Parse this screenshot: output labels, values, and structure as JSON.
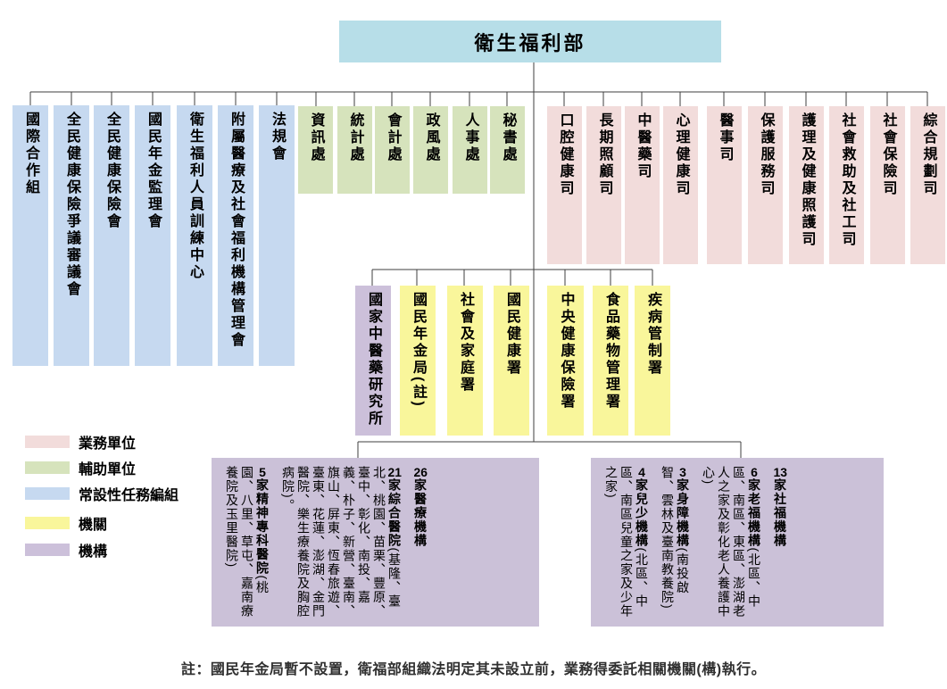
{
  "root": {
    "title": "衛生福利部"
  },
  "colors": {
    "root": "#B7DEE8",
    "taskforce": "#C6D9F0",
    "support": "#D6E3BC",
    "business": "#F2DCDB",
    "agency": "#F9F69B",
    "institution": "#CCC0DA",
    "institution_large": "#CBC1D8",
    "line": "#3F3F3F"
  },
  "level1": {
    "taskforce": {
      "items": [
        "國際合作組",
        "全民健康保險爭議審議會",
        "全民健康保險會",
        "國民年金監理會",
        "衛生福利人員訓練中心",
        "附屬醫療及社會福利機構管理會",
        "法規會"
      ]
    },
    "support": {
      "items": [
        "資訊處",
        "統計處",
        "會計處",
        "政風處",
        "人事處",
        "秘書處"
      ]
    },
    "business": {
      "items": [
        "口腔健康司",
        "長期照顧司",
        "中醫藥司",
        "心理健康司",
        "醫事司",
        "保護服務司",
        "護理及健康照護司",
        "社會救助及社工司",
        "社會保險司",
        "綜合規劃司"
      ]
    }
  },
  "level2": {
    "institute": "國家中醫藥研究所",
    "agencies": [
      "國民年金局(註)",
      "社會及家庭署",
      "國民健康署",
      "中央健康保險署",
      "食品藥物管理署",
      "疾病管制署"
    ]
  },
  "level3": {
    "medical": {
      "entries": [
        {
          "num": "26",
          "title": "家醫療機構",
          "detail": ""
        },
        {
          "num": "21",
          "title": "家綜合醫院",
          "detail": "(基隆、臺北、桃園、苗栗、豐原、臺中、彰化、南投、嘉義、朴子、新營、臺南、旗山、屏東、恆春旅遊、臺東、花蓮、澎湖、金門醫院、樂生療養院及胸腔病院)。"
        },
        {
          "num": "5",
          "title": "家精神專科醫院",
          "detail": "(桃園、八里、草屯、嘉南療養院及玉里醫院)"
        }
      ]
    },
    "welfare": {
      "entries": [
        {
          "num": "13",
          "title": "家社福機構",
          "detail": ""
        },
        {
          "num": "6",
          "title": "家老福機構",
          "detail": "(北區、中區、南區、東區、澎湖老人之家及彰化老人養護中心)"
        },
        {
          "num": "3",
          "title": "家身障機構",
          "detail": "(南投啟智、雲林及臺南教養院)"
        },
        {
          "num": "4",
          "title": "家兒少機構",
          "detail": "(北區、中區、南區兒童之家及少年之家)"
        }
      ]
    }
  },
  "legend": {
    "items": [
      {
        "label": "業務單位",
        "color": "#F2DCDB"
      },
      {
        "label": "輔助單位",
        "color": "#D6E3BC"
      },
      {
        "label": "常設性任務編組",
        "color": "#C6D9F0"
      },
      {
        "label": "機關",
        "color": "#F9F69B"
      },
      {
        "label": "機構",
        "color": "#CCC0DA"
      }
    ]
  },
  "note": {
    "text": "註：國民年金局暫不設置，衛福部組織法明定其未設立前，業務得委託相關機關(構)執行。"
  }
}
